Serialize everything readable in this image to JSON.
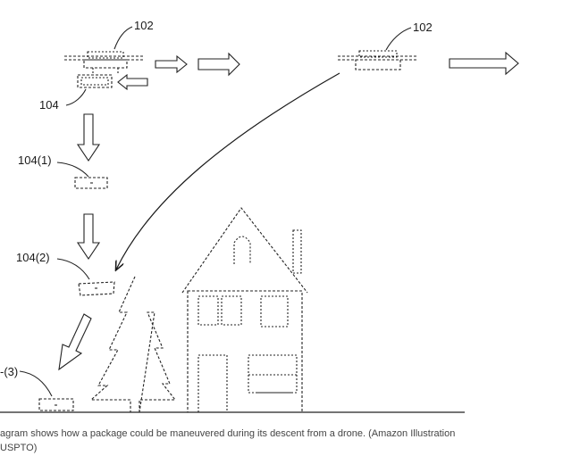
{
  "labels": {
    "drone_left": "102",
    "drone_right": "102",
    "package_attached": "104",
    "package_step1": "104(1)",
    "package_step2": "104(2)",
    "package_step3": "-(3)"
  },
  "caption": {
    "line1": "agram shows how a package could be maneuvered during its descent from a drone. (Amazon Illustration",
    "line2": "USPTO)"
  }
}
